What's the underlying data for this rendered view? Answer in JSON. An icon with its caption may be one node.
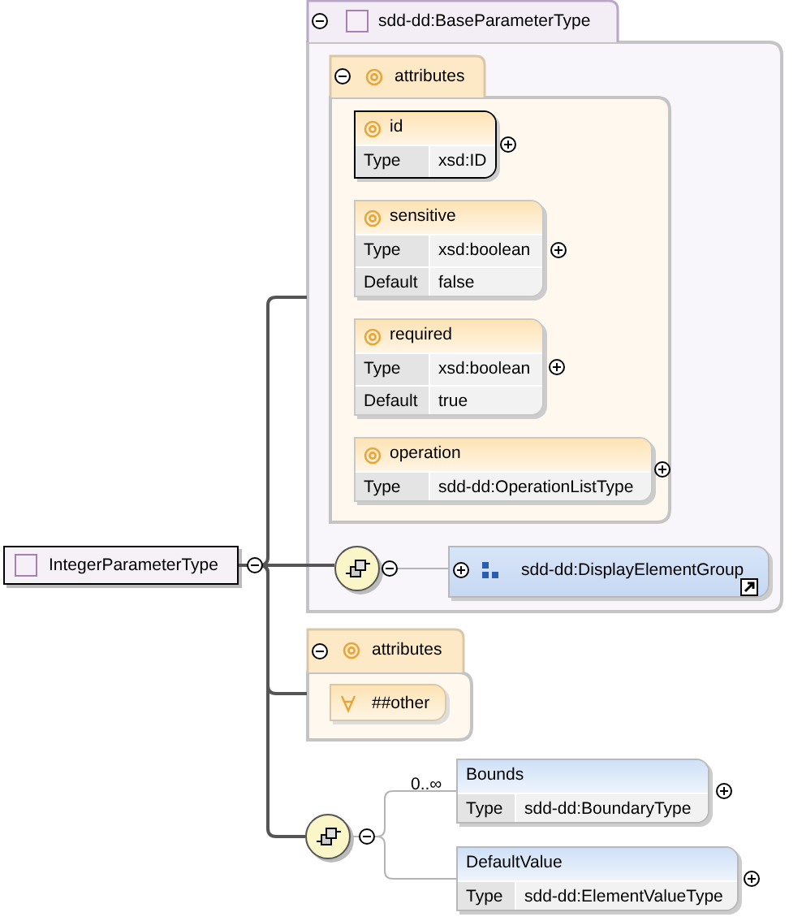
{
  "diagram": {
    "nodes": [
      {
        "text": [
          "IntegerParameterType"
        ]
      },
      {
        "text": [
          "sdd-dd:BaseParameterType"
        ]
      },
      {
        "text": [
          "attributes"
        ],
        "in": 1
      },
      {
        "text": [
          "id",
          "Type",
          "xsd:ID"
        ],
        "in": 2
      },
      {
        "text": [
          "sensitive",
          "Type",
          "xsd:boolean",
          "Default",
          "false"
        ],
        "in": 2
      },
      {
        "text": [
          "required",
          "Type",
          "xsd:boolean",
          "Default",
          "true"
        ],
        "in": 2
      },
      {
        "text": [
          "operation",
          "Type",
          "sdd-dd:OperationListType"
        ],
        "in": 2
      },
      {
        "text": [],
        "shape": "circle",
        "in": 1
      },
      {
        "text": [
          "sdd-dd:DisplayElementGroup"
        ],
        "in": 1
      },
      {
        "text": [
          "attributes"
        ]
      },
      {
        "text": [
          "##other"
        ],
        "in": 9
      },
      {
        "text": [],
        "shape": "circle"
      },
      {
        "text": [
          "Bounds",
          "Type",
          "sdd-dd:BoundaryType"
        ],
        "beside": [
          "0..∞"
        ]
      },
      {
        "text": [
          "DefaultValue",
          "Type",
          "sdd-dd:ElementValueType"
        ]
      }
    ],
    "edges": [
      {
        "from": 0,
        "to": 1,
        "arrow": "none"
      },
      {
        "from": 0,
        "to": 7,
        "arrow": "none"
      },
      {
        "from": 0,
        "to": 9,
        "arrow": "none"
      },
      {
        "from": 0,
        "to": 11,
        "arrow": "none"
      },
      {
        "from": 7,
        "to": 8,
        "arrow": "none",
        "color": "#b4b4b4"
      },
      {
        "from": 11,
        "to": 12,
        "arrow": "none",
        "color": "#b4b4b4"
      },
      {
        "from": 11,
        "to": 13,
        "arrow": "none",
        "color": "#b4b4b4"
      }
    ]
  }
}
